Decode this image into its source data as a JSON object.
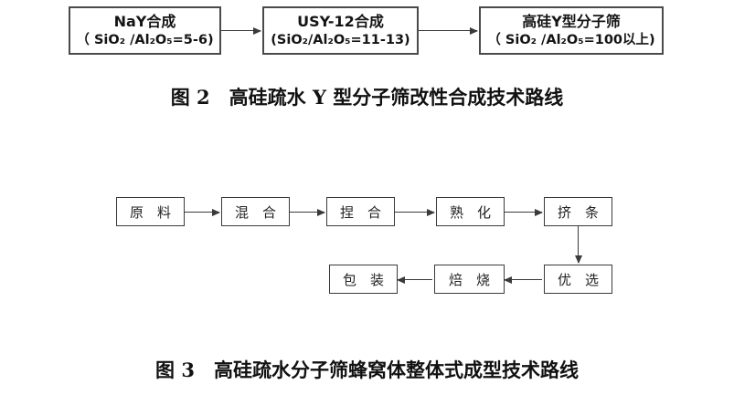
{
  "figure2": {
    "boxes": [
      {
        "line1": "NaY合成",
        "line2": "（ SiO₂ /Al₂O₅=5-6)"
      },
      {
        "line1": "USY-12合成",
        "line2": "(SiO₂/Al₂O₅=11-13)"
      },
      {
        "line1": "高硅Y型分子筛",
        "line2": "（ SiO₂ /Al₂O₅=100以上)"
      }
    ],
    "caption": "图 2　高硅疏水 Y 型分子筛改性合成技术路线"
  },
  "figure3": {
    "row1": [
      "原　料",
      "混　合",
      "捏　合",
      "熟　化",
      "挤　条"
    ],
    "row2": [
      "包　装",
      "焙　烧",
      "优　选"
    ],
    "caption": "图 3　高硅疏水分子筛蜂窝体整体式成型技术路线"
  },
  "colors": {
    "line": "#3a3a3a",
    "text": "#141414",
    "background": "#ffffff"
  }
}
